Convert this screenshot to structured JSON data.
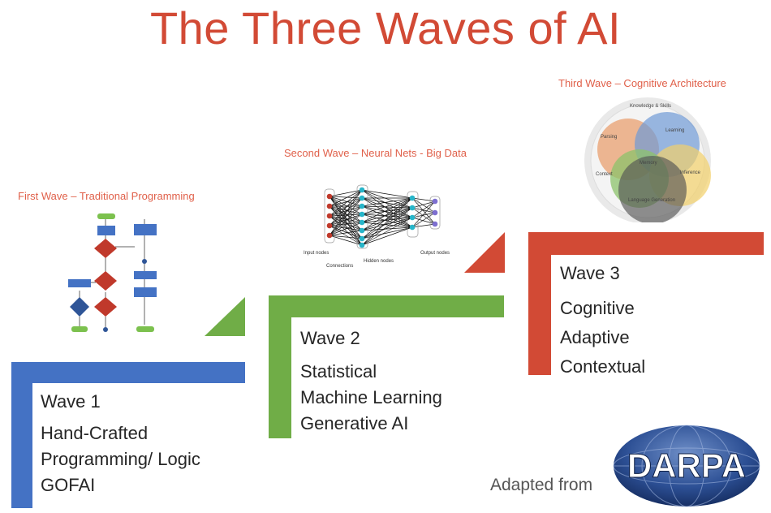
{
  "title": "The Three Waves of AI",
  "waves": [
    {
      "caption": "First Wave – Traditional Programming",
      "label": "Wave 1",
      "lines": [
        "Hand-Crafted",
        "Programming/ Logic",
        "GOFAI"
      ],
      "color": "#4472c4"
    },
    {
      "caption": "Second Wave – Neural Nets - Big Data",
      "label": "Wave 2",
      "lines": [
        "Statistical",
        "Machine Learning",
        "Generative AI"
      ],
      "color": "#70ad47"
    },
    {
      "caption": "Third Wave – Cognitive Architecture",
      "label": "Wave 3",
      "lines": [
        "Cognitive",
        "Adaptive",
        "Contextual"
      ],
      "color": "#d24a35"
    }
  ],
  "neural_net": {
    "input_label": "Input nodes",
    "connections_label": "Connections",
    "hidden_label": "Hidden nodes",
    "output_label": "Output nodes"
  },
  "cognitive": {
    "labels": [
      "Knowledge & Skills",
      "Parsing",
      "Learning",
      "Memory",
      "Context",
      "Inference",
      "Language Generation"
    ]
  },
  "credit": {
    "text": "Adapted from",
    "logo_text": "DARPA"
  }
}
